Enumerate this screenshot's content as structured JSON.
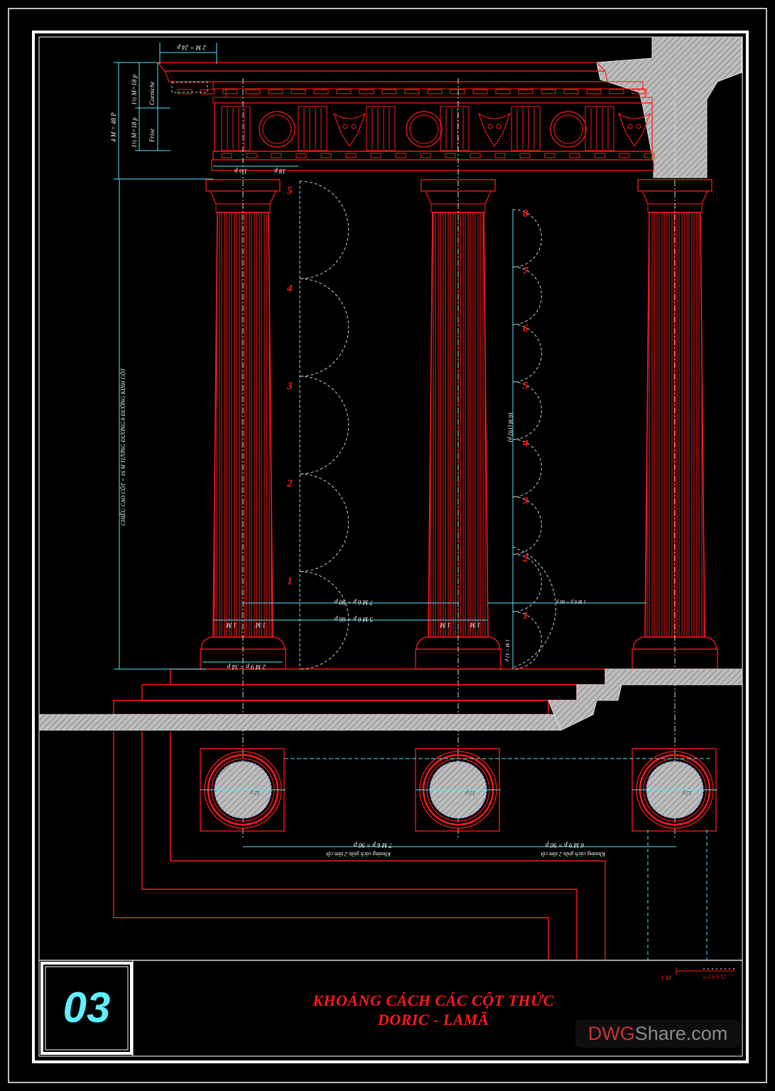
{
  "sheet": {
    "page_number": "03",
    "title_line1": "KHOẢNG CÁCH CÁC CỘT THỨC",
    "title_line2": "DORIC - LAMÃ",
    "watermark_prefix": "DWG",
    "watermark_suffix": "Share.com"
  },
  "scale_bar": {
    "label_left": "1 M",
    "label_right": "o 3 6 9 12"
  },
  "entablature_dims": {
    "top": "2 M = 24 p",
    "cornice_height": "1½ M=18 p",
    "cornice_label": "Corniche",
    "frieze_height": "1½ M=18 p",
    "frieze_label": "Frise",
    "total": "4 M = 48 P",
    "triglyph_width": "1½ p",
    "metope_width": "18 p"
  },
  "column_height_label": "CHIỀU CAO CỘT = 16 M TƯƠNG ĐƯƠNG 8 ĐƯỜNG KÍNH CỘT",
  "left_divisions": [
    "5",
    "4",
    "3",
    "2",
    "1"
  ],
  "right_divisions": [
    "8",
    "7",
    "6",
    "5",
    "4",
    "3",
    "2",
    "1"
  ],
  "right_height_label": "16 M (192 p)",
  "dims": {
    "span_left": "7 M 6 p = 90 p",
    "span_inner": "5 M 6 p = 66 p",
    "span_right": "1 M 6 p = 66 p",
    "module": "1 M",
    "base_width": "2 M 9 p = 34 p",
    "base_height": "1 M = 12 p",
    "plan_left": "7 M 6 p = 90 p",
    "plan_right": "6 M 9 p = 90 p",
    "plan_caption": "Khoảng cách giữa 2 tâm cột",
    "plan_radius": "12 p"
  },
  "colors": {
    "background": "#000000",
    "line_red": "#ff1a1a",
    "dim_cyan": "#55e8ff",
    "hatch_grey": "#c8c8c8",
    "frame_white": "#ffffff"
  }
}
